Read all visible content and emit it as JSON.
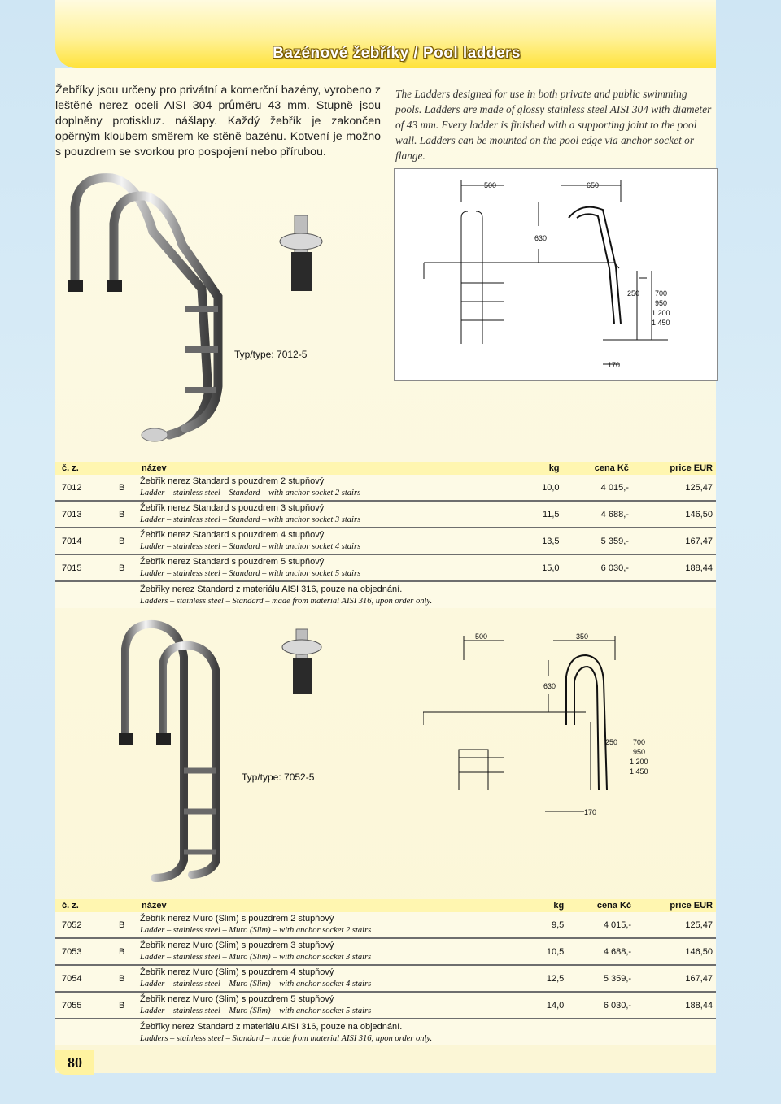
{
  "header": {
    "title": "Bazénové žebříky / Pool ladders"
  },
  "intro": {
    "cz": "Žebříky jsou určeny pro privátní a komerční bazény, vyrobeno z leštěné nerez oceli AISI 304 průměru 43 mm. Stupně jsou doplněny protiskluz. nášlapy. Každý žebřík je zakončen opěrným kloubem směrem ke stěně bazénu. Kotvení je možno s pouzdrem se svorkou pro pospojení nebo přírubou.",
    "en": "The Ladders designed for use in both private and public swimming pools. Ladders are made of glossy stainless steel AISI 304 with diameter of 43 mm. Every ladder is finished with a supporting joint to the pool wall. Ladders can be mounted on the pool edge via anchor socket or flange."
  },
  "section1": {
    "type_label": "Typ/type: 7012-5",
    "dims": {
      "top_left": "500",
      "top_right": "650",
      "height": "630",
      "step": "250",
      "depths": [
        "700",
        "950",
        "1 200",
        "1 450"
      ],
      "base": "170"
    }
  },
  "table1": {
    "headers": {
      "code": "č. z.",
      "name": "název",
      "kg": "kg",
      "price_czk": "cena Kč",
      "price_eur": "price EUR"
    },
    "rows": [
      {
        "code": "7012",
        "cls": "B",
        "cz": "Žebřík nerez Standard s pouzdrem 2 stupňový",
        "en": "Ladder – stainless steel – Standard – with anchor socket 2 stairs",
        "kg": "10,0",
        "czk": "4 015,-",
        "eur": "125,47"
      },
      {
        "code": "7013",
        "cls": "B",
        "cz": "Žebřík nerez Standard s pouzdrem 3 stupňový",
        "en": "Ladder – stainless steel – Standard – with anchor socket 3 stairs",
        "kg": "11,5",
        "czk": "4 688,-",
        "eur": "146,50"
      },
      {
        "code": "7014",
        "cls": "B",
        "cz": "Žebřík nerez Standard s pouzdrem 4 stupňový",
        "en": "Ladder – stainless steel – Standard – with anchor socket 4 stairs",
        "kg": "13,5",
        "czk": "5 359,-",
        "eur": "167,47"
      },
      {
        "code": "7015",
        "cls": "B",
        "cz": "Žebřík nerez Standard s pouzdrem 5 stupňový",
        "en": "Ladder – stainless steel – Standard – with anchor socket 5 stairs",
        "kg": "15,0",
        "czk": "6 030,-",
        "eur": "188,44"
      }
    ],
    "note_cz": "Žebříky nerez Standard z materiálu AISI 316, pouze na objednání.",
    "note_en": "Ladders – stainless steel – Standard – made from material AISI 316, upon order only."
  },
  "section2": {
    "type_label": "Typ/type: 7052-5",
    "dims": {
      "top_left": "500",
      "top_right": "350",
      "height": "630",
      "step": "250",
      "depths": [
        "700",
        "950",
        "1 200",
        "1 450"
      ],
      "base": "170"
    }
  },
  "table2": {
    "headers": {
      "code": "č. z.",
      "name": "název",
      "kg": "kg",
      "price_czk": "cena Kč",
      "price_eur": "price EUR"
    },
    "rows": [
      {
        "code": "7052",
        "cls": "B",
        "cz": "Žebřík nerez Muro (Slim) s pouzdrem 2 stupňový",
        "en": "Ladder – stainless steel – Muro (Slim) – with anchor socket 2 stairs",
        "kg": "9,5",
        "czk": "4 015,-",
        "eur": "125,47"
      },
      {
        "code": "7053",
        "cls": "B",
        "cz": "Žebřík nerez Muro (Slim) s pouzdrem 3 stupňový",
        "en": "Ladder – stainless steel – Muro (Slim) – with anchor socket 3 stairs",
        "kg": "10,5",
        "czk": "4 688,-",
        "eur": "146,50"
      },
      {
        "code": "7054",
        "cls": "B",
        "cz": "Žebřík nerez Muro (Slim) s pouzdrem 4 stupňový",
        "en": "Ladder – stainless steel – Muro (Slim) – with anchor socket 4 stairs",
        "kg": "12,5",
        "czk": "5 359,-",
        "eur": "167,47"
      },
      {
        "code": "7055",
        "cls": "B",
        "cz": "Žebřík nerez Muro (Slim) s pouzdrem 5 stupňový",
        "en": "Ladder – stainless steel – Muro (Slim) – with anchor socket 5 stairs",
        "kg": "14,0",
        "czk": "6 030,-",
        "eur": "188,44"
      }
    ],
    "note_cz": "Žebříky nerez Standard z materiálu AISI 316, pouze na objednání.",
    "note_en": "Ladders – stainless steel – Standard – made from material AISI 316, upon order only."
  },
  "page_number": "80",
  "colors": {
    "banner": "#ffe23a",
    "panel": "#fdfae6",
    "table_header": "#fff6b0",
    "background": "#cfe6f4"
  }
}
